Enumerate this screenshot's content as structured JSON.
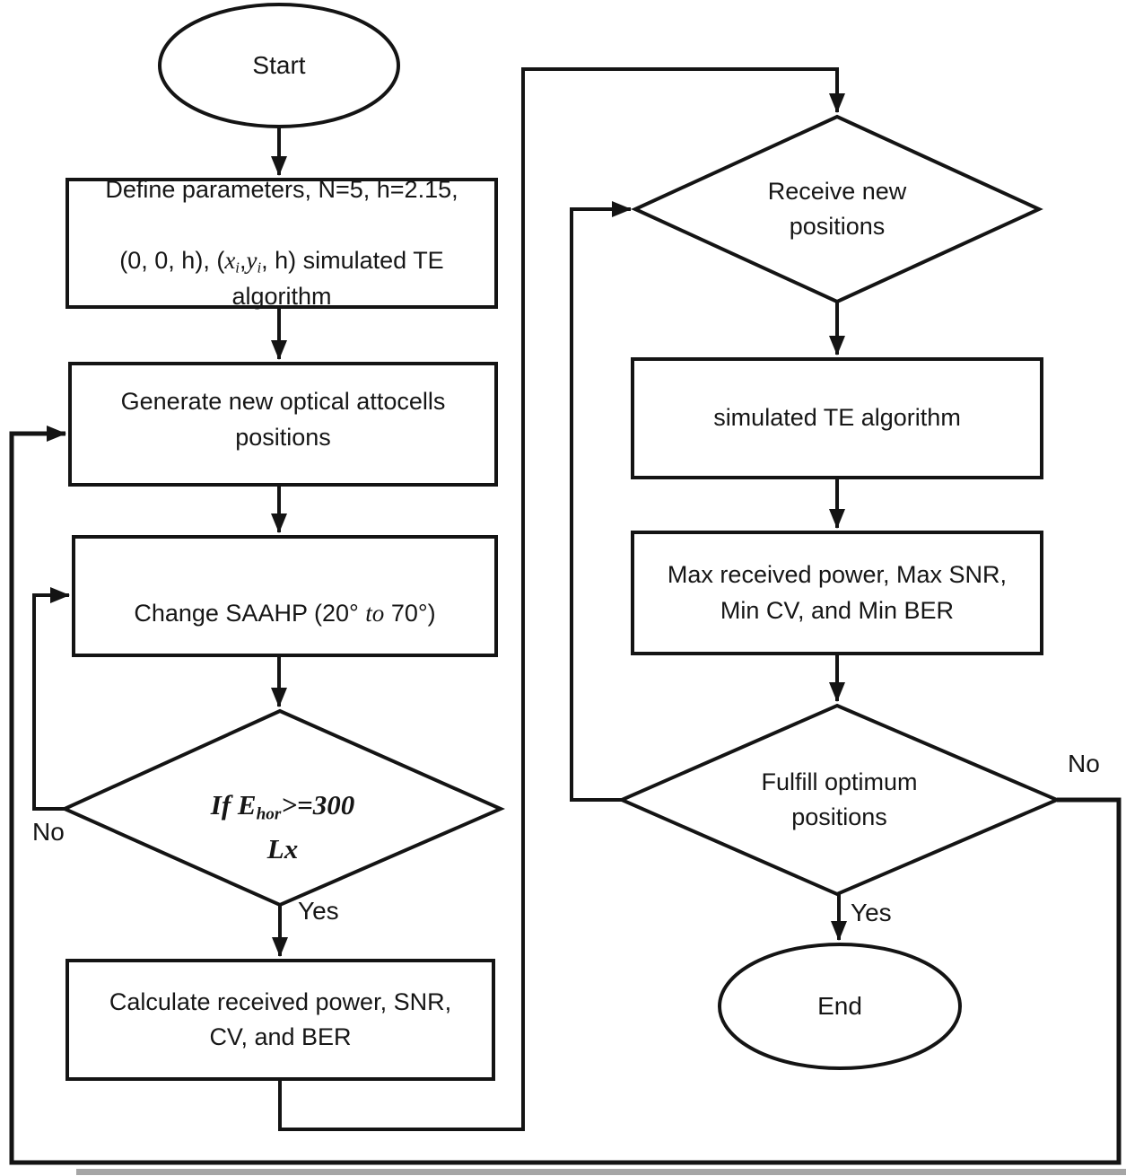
{
  "figure_type": "flowchart",
  "colors": {
    "background": "#ffffff",
    "stroke": "#141414",
    "text": "#161616",
    "scan_shadow": "#909090"
  },
  "nodes": {
    "start": {
      "label": "Start"
    },
    "define": {
      "line1": "Define parameters, N=5, h=2.15,",
      "line2_parts": [
        "(0, 0, h), (",
        "x",
        "i",
        ",",
        "y",
        "i",
        ", h) simulated TE"
      ],
      "line3": "algorithm"
    },
    "generate": {
      "label": "Generate new optical attocells\npositions"
    },
    "change": {
      "parts": [
        "Change SAAHP (20° ",
        "to",
        " 70°)"
      ]
    },
    "decision_illuminance": {
      "line1_parts": [
        "If E",
        "hor",
        ">=300"
      ],
      "line2": "Lx"
    },
    "calculate": {
      "label": "Calculate received power, SNR,\nCV, and BER"
    },
    "receive": {
      "label": "Receive new\npositions"
    },
    "simulated_te": {
      "label": "simulated TE algorithm"
    },
    "metrics": {
      "label": "Max received power, Max SNR,\nMin CV, and Min BER"
    },
    "fulfill": {
      "label": "Fulfill optimum\npositions"
    },
    "end": {
      "label": "End"
    }
  },
  "edge_labels": {
    "decision_illuminance_yes": "Yes",
    "decision_illuminance_no": "No",
    "fulfill_yes": "Yes",
    "fulfill_no": "No"
  }
}
